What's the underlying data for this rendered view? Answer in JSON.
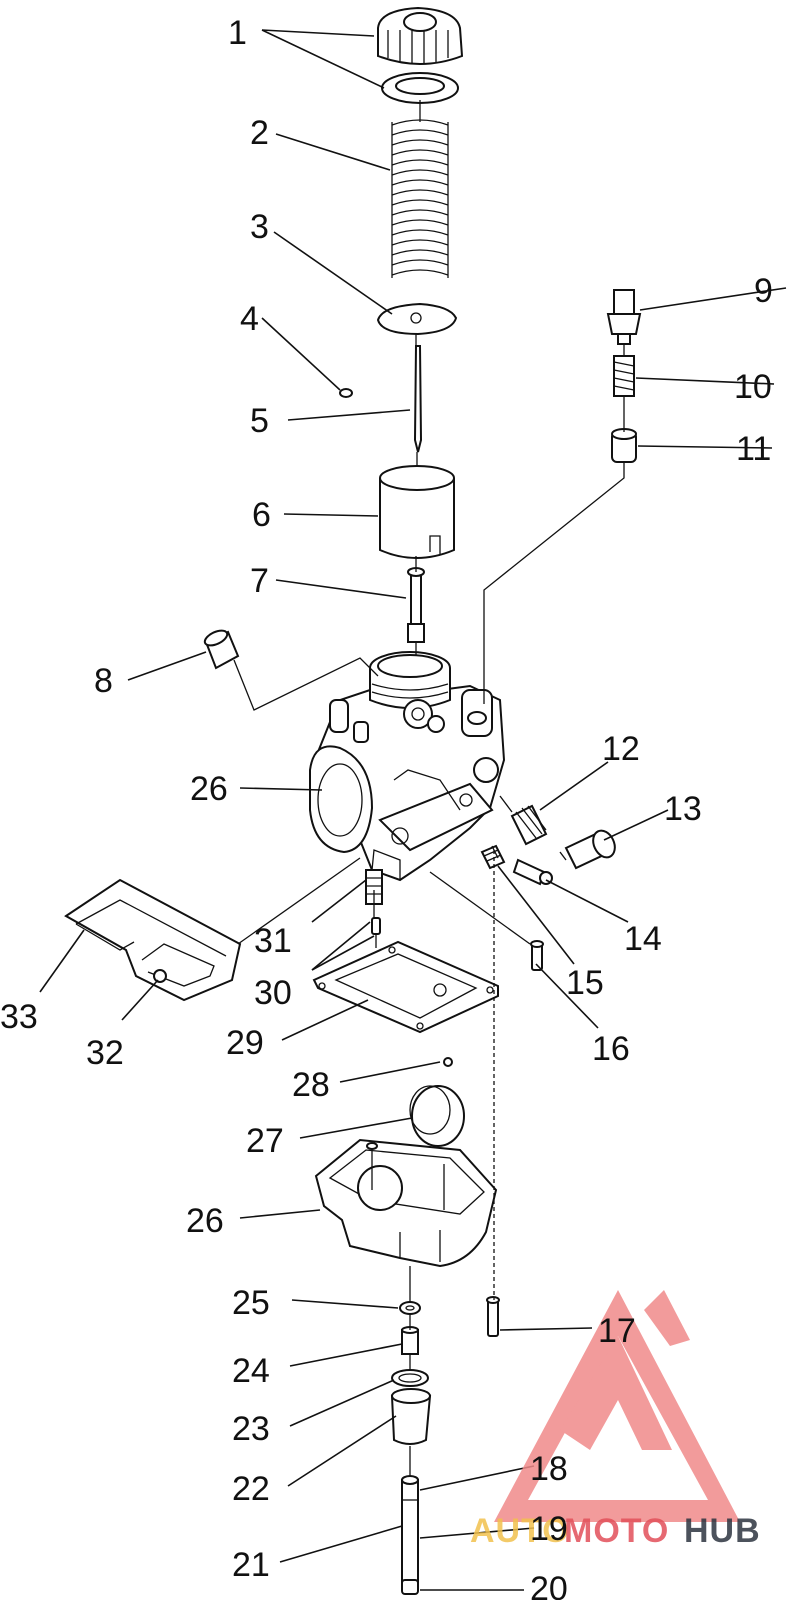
{
  "diagram": {
    "labels": [
      "1",
      "2",
      "3",
      "4",
      "5",
      "6",
      "7",
      "8",
      "9",
      "10",
      "11",
      "12",
      "13",
      "14",
      "15",
      "16",
      "17",
      "18",
      "19",
      "20",
      "21",
      "22",
      "23",
      "24",
      "25",
      "26",
      "27",
      "28",
      "29",
      "30",
      "31",
      "32",
      "33"
    ]
  },
  "watermark": {
    "text_left": "AUTO",
    "text_mid": "MOTO",
    "text_right": "HUB",
    "color_left": "#f2c14e",
    "color_mid": "#e2505a",
    "color_right": "#2d3440",
    "logo_color": "#f08a8a"
  }
}
